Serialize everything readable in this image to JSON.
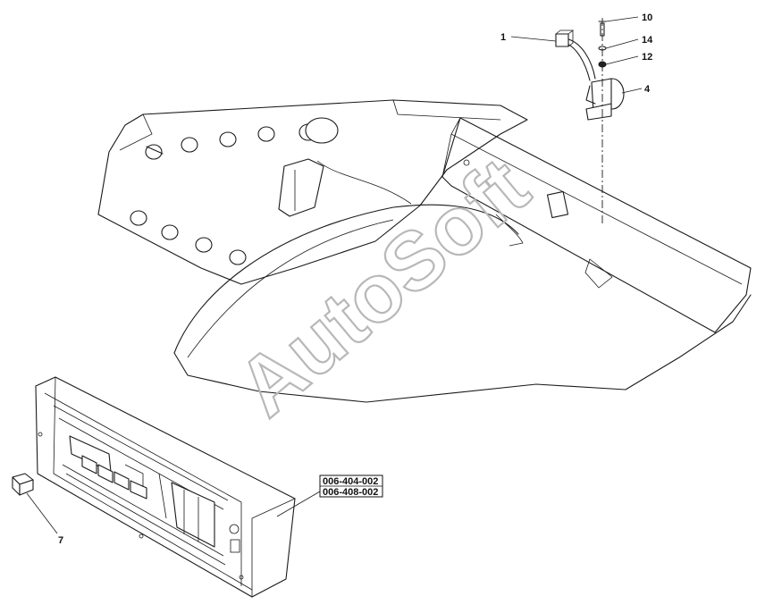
{
  "watermark": "AutoSoft",
  "callouts": {
    "c1": "1",
    "c10": "10",
    "c14": "14",
    "c12": "12",
    "c4": "4",
    "c7": "7"
  },
  "part_numbers": {
    "p1": "006-404-002",
    "p2": "006-408-002"
  }
}
